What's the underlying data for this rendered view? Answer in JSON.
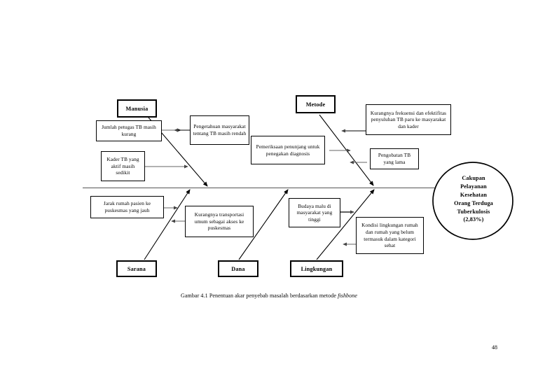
{
  "document": {
    "page_number": "48",
    "caption_prefix": "Gambar 4.1 Penentuan akar penyebab masalah berdasarkan metode ",
    "caption_italic": "fishbone"
  },
  "chart_data": {
    "type": "diagram",
    "diagram_type": "fishbone",
    "title": "Gambar 4.1 Penentuan akar penyebab masalah berdasarkan metode fishbone",
    "effect": {
      "label": "Cakupan Pelayanan Kesehatan Orang Terduga Tuberkulosis (2,83%)",
      "lines": [
        "Cakupan",
        "Pelayanan",
        "Kesehatan",
        "Orang Terduga",
        "Tuberkulosis",
        "(2,83%)"
      ],
      "value": "2,83%",
      "shape": "ellipse"
    },
    "categories": [
      {
        "name": "Manusia",
        "position": "top",
        "causes": [
          "Jumlah petugas TB masih kurang",
          "Pengetahuan masyarakat tentang TB masih rendah",
          "Kader TB yang aktif masih sedikit"
        ]
      },
      {
        "name": "Metode",
        "position": "top",
        "causes": [
          "Kurangnya frekuensi dan efektifitas penyuluhan TB paru ke masyarakat dan kader",
          "Pemeriksaan penunjang untuk penegakan diagnosis",
          "Pengobatan TB yang lama"
        ]
      },
      {
        "name": "Sarana",
        "position": "bottom",
        "causes": [
          "Jarak rumah pasien ke puskesmas yang jauh",
          "Kurangnya transportasi umum sebagai akses ke puskesmas"
        ]
      },
      {
        "name": "Dana",
        "position": "bottom",
        "causes": []
      },
      {
        "name": "Lingkungan",
        "position": "bottom",
        "causes": [
          "Budaya malu di masyarakat yang tinggi",
          "Kondisi lingkungan rumah dan rumah yang belum termasuk dalam kategori sehat"
        ]
      }
    ],
    "colors": {
      "stroke": "#000000",
      "background": "#ffffff",
      "text": "#000000"
    }
  },
  "nodes": {
    "manusia": "Manusia",
    "metode": "Metode",
    "sarana": "Sarana",
    "dana": "Dana",
    "lingkungan": "Lingkungan",
    "jumlah_petugas": "Jumlah petugas TB masih kurang",
    "pengetahuan_masyarakat": "Pengetahuan masyarakat tentang TB masih rendah",
    "kader_tb": "Kader TB yang aktif masih sedikit",
    "kurangnya_frekuensi": "Kurangnya frekuensi dan efektifitas penyuluhan TB paru ke masyarakat dan kader",
    "pemeriksaan_penunjang": "Pemeriksaan penunjang untuk penegakan diagnosis",
    "pengobatan_lama": "Pengobatan TB yang lama",
    "jarak_rumah": "Jarak rumah pasien ke puskesmas yang jauh",
    "kurangnya_transportasi": "Kurangnya transportasi umum sebagai akses ke puskesmas",
    "budaya_malu": "Budaya malu di masyarakat yang tinggi",
    "kondisi_lingkungan": "Kondisi lingkungan rumah dan rumah yang belum termasuk dalam kategori sehat"
  },
  "effect_lines": {
    "l1": "Cakupan",
    "l2": "Pelayanan",
    "l3": "Kesehatan",
    "l4": "Orang Terduga",
    "l5": "Tuberkulosis",
    "l6": "(2,83%)"
  }
}
